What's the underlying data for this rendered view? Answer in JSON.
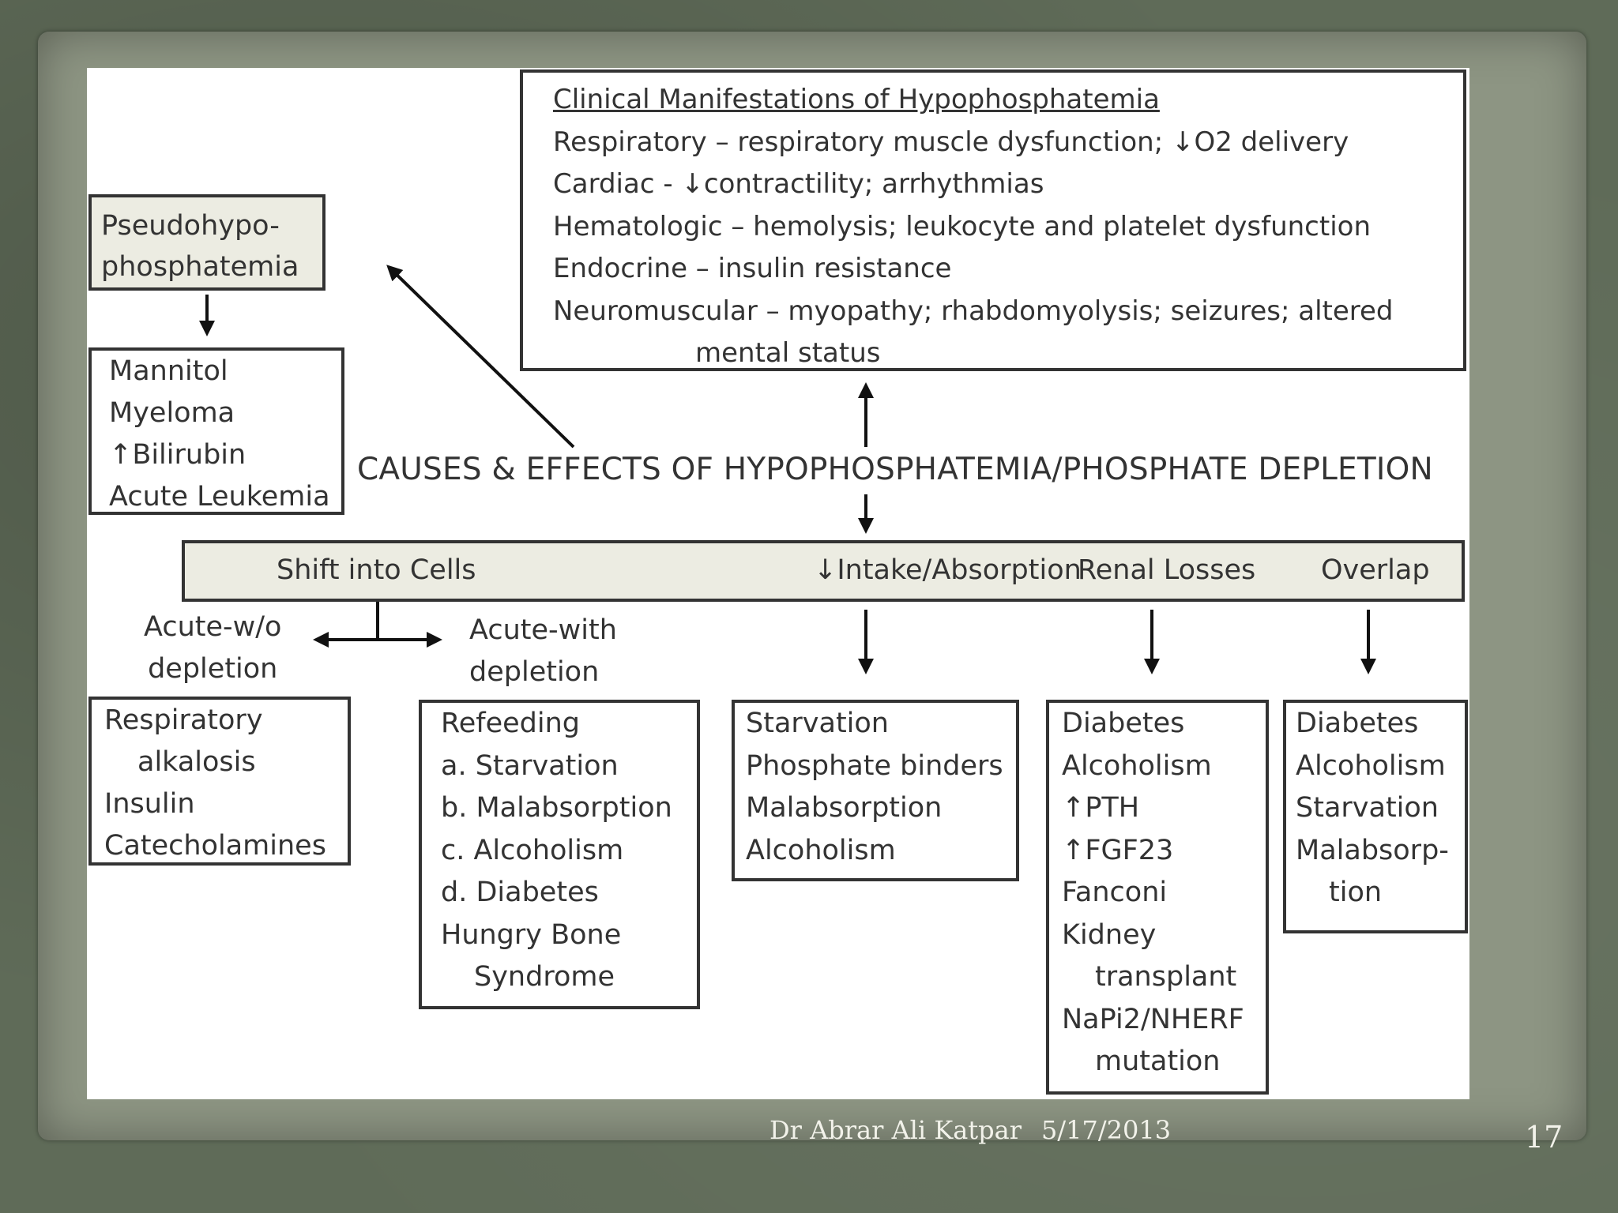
{
  "title": "CAUSES & EFFECTS OF HYPOPHOSPHATEMIA/PHOSPHATE DEPLETION",
  "pseudo": {
    "heading_lines": [
      "Pseudohypo-",
      "phosphatemia"
    ],
    "causes": [
      "Mannitol",
      "Myeloma",
      "↑Bilirubin",
      "Acute Leukemia"
    ]
  },
  "clinical": {
    "heading": "Clinical Manifestations of Hypophosphatemia",
    "lines": [
      "Respiratory – respiratory muscle dysfunction;  ↓O2 delivery",
      "Cardiac -  ↓contractility; arrhythmias",
      "Hematologic – hemolysis; leukocyte and platelet dysfunction",
      "Endocrine – insulin resistance",
      "Neuromuscular – myopathy; rhabdomyolysis; seizures; altered",
      "mental status"
    ]
  },
  "categories": [
    "Shift into Cells",
    "↓Intake/Absorption",
    "Renal Losses",
    "Overlap"
  ],
  "shift_labels": {
    "without": [
      "Acute-w/o",
      "depletion"
    ],
    "with": [
      "Acute-with",
      "depletion"
    ]
  },
  "lists": {
    "without_depletion": [
      "Respiratory",
      "alkalosis",
      "Insulin",
      "Catecholamines"
    ],
    "with_depletion": [
      "Refeeding",
      "a. Starvation",
      "b. Malabsorption",
      "c. Alcoholism",
      "d. Diabetes",
      "Hungry Bone",
      "Syndrome"
    ],
    "intake": [
      "Starvation",
      "Phosphate binders",
      "Malabsorption",
      "Alcoholism"
    ],
    "renal": [
      "Diabetes",
      "Alcoholism",
      "↑PTH",
      "↑FGF23",
      "Fanconi",
      "Kidney",
      "transplant",
      "NaPi2/NHERF",
      "mutation"
    ],
    "overlap": [
      "Diabetes",
      "Alcoholism",
      "Starvation",
      "Malabsorp-",
      "tion"
    ]
  },
  "footer": {
    "author": "Dr Abrar Ali Katpar",
    "date": "5/17/2013",
    "page": "17"
  }
}
